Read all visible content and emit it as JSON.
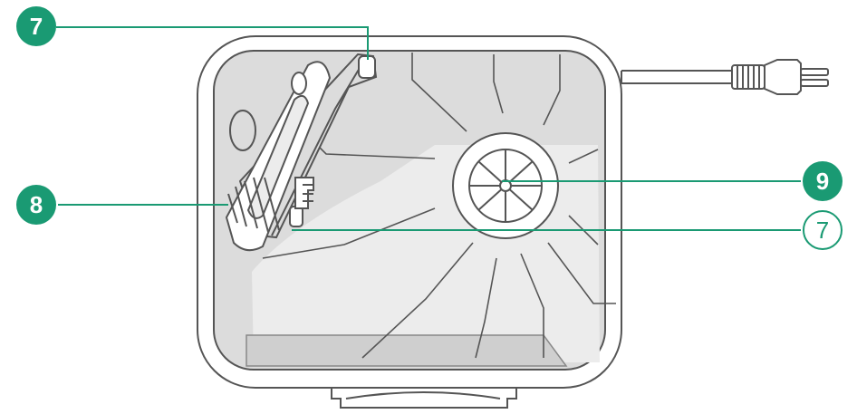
{
  "colors": {
    "accent": "#1a9a73",
    "accent_text": "#ffffff",
    "outline": "#555555",
    "interior_fill": "#dcdcdc",
    "light_fill": "#ececec",
    "white": "#ffffff"
  },
  "callouts": {
    "top_left": {
      "label": "7",
      "style": "filled"
    },
    "left": {
      "label": "8",
      "style": "filled"
    },
    "right_upper": {
      "label": "9",
      "style": "filled"
    },
    "right_lower": {
      "label": "7",
      "style": "outlined"
    }
  }
}
